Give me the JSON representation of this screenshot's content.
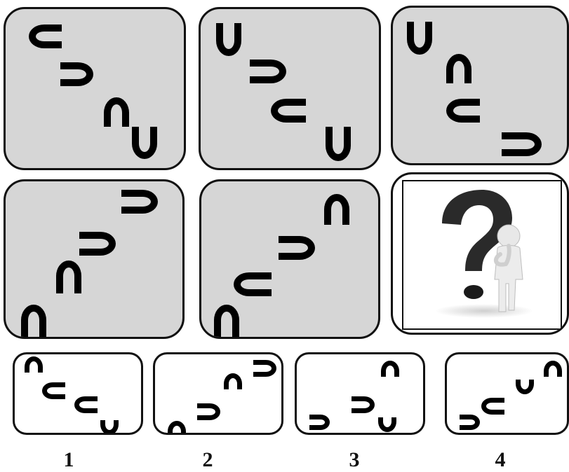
{
  "puzzle": {
    "options": [
      {
        "label": "1"
      },
      {
        "label": "2"
      },
      {
        "label": "3"
      },
      {
        "label": "4"
      }
    ],
    "missing_cell": {
      "icon": "question-mark-figure-icon"
    }
  },
  "colors": {
    "tile_bg": "#d6d6d6",
    "shape": "#000000",
    "frame": "#111111"
  }
}
